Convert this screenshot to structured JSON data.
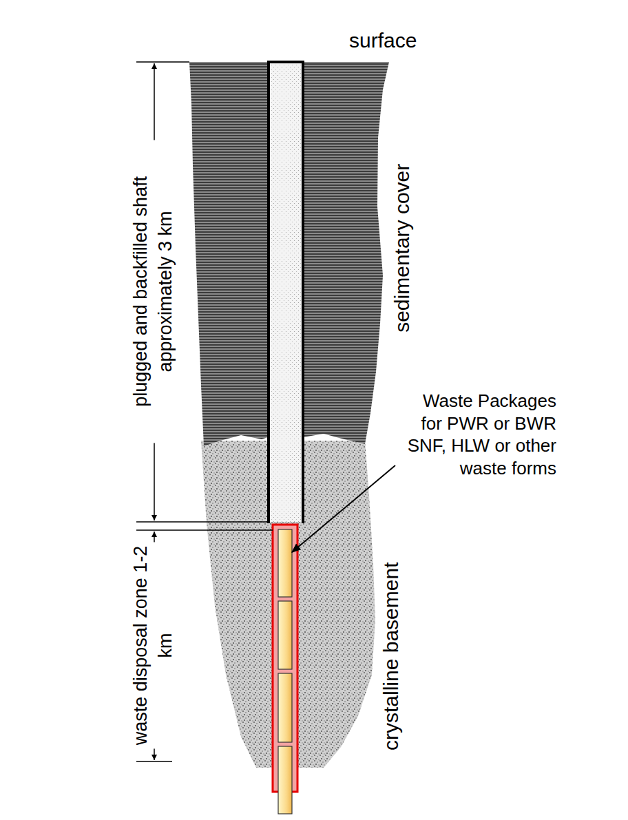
{
  "diagram": {
    "labels": [
      "surface",
      "sedimentary cover",
      "plugged and backfilled shaft approximately 3 km",
      "waste disposal zone 1-2 km",
      "crystalline basement",
      "Waste Packages for PWR or BWR SNF, HLW or other waste forms"
    ]
  }
}
